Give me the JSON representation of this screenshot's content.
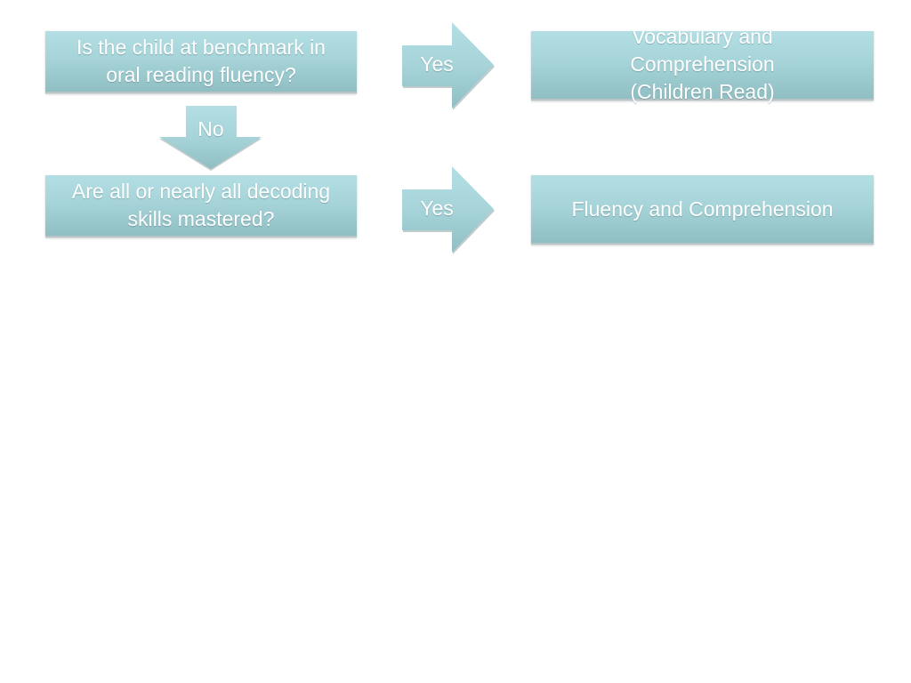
{
  "diagram": {
    "question_1": "Is the child at benchmark in\noral reading fluency?",
    "result_1": "Vocabulary and\nComprehension\n(Children Read)",
    "question_2": "Are all or nearly all decoding\nskills mastered?",
    "result_2": "Fluency and Comprehension",
    "arrow_yes_1": "Yes",
    "arrow_no": "No",
    "arrow_yes_2": "Yes"
  },
  "colors": {
    "box_top": "#b3dfe4",
    "box_bottom": "#8fbec3",
    "text": "#ffffff"
  }
}
